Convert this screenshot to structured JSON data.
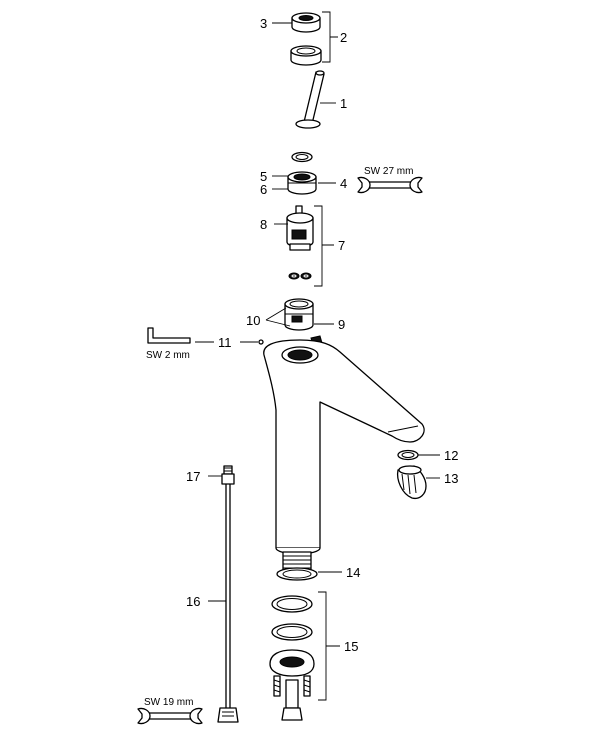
{
  "diagram": {
    "labels": {
      "p1": "1",
      "p2": "2",
      "p3": "3",
      "p4": "4",
      "p5": "5",
      "p6": "6",
      "p7": "7",
      "p8": "8",
      "p9": "9",
      "p10": "10",
      "p11": "11",
      "p12": "12",
      "p13": "13",
      "p14": "14",
      "p15": "15",
      "p16": "16",
      "p17": "17"
    },
    "wrench_sizes": {
      "sw27": "SW 27 mm",
      "sw2": "SW 2 mm",
      "sw19": "SW 19 mm"
    }
  }
}
